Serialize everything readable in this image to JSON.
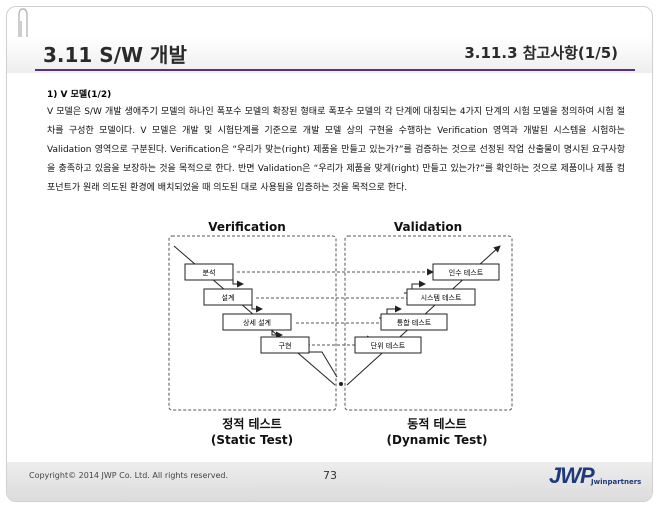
{
  "header": {
    "title": "3.11 S/W 개발",
    "subtitle": "3.11.3 참고사항(1/5)"
  },
  "section": {
    "heading": "1) V 모델(1/2)",
    "paragraph": "V 모델은 S/W 개발 생애주기 모델의 하나인 폭포수 모델의 확장된 형태로 폭포수 모델의 각 단계에 대칭되는 4가지 단계의 시험 모델을 정의하여 시험 절차를 구성한 모델이다. V 모델은 개발 및 시험단계를 기준으로 개발 모델 상의 구현을 수행하는 Verification 영역과 개발된 시스템을 시험하는 Validation 영역으로 구분된다. Verification은 “우리가 맞는(right) 제품을 만들고 있는가?”를 검증하는 것으로 선정된 작업 산출물이 명시된 요구사항을 충족하고 있음을 보장하는 것을 목적으로 한다. 반면 Validation은 “우리가 제품을 맞게(right) 만들고 있는가?”를 확인하는 것으로 제품이나 제품 컴포넌트가 원래 의도된 환경에 배치되었을 때 의도된 대로 사용됨을 입증하는 것을 목적으로 한다."
  },
  "diagram": {
    "verification_label": "Verification",
    "validation_label": "Validation",
    "dev_stages": [
      "분석",
      "설계",
      "상세 설계",
      "구현"
    ],
    "test_stages": [
      "인수 테스트",
      "시스템 테스트",
      "통합 테스트",
      "단위 테스트"
    ],
    "static_test_kr": "정적 테스트",
    "static_test_en": "(Static Test)",
    "dynamic_test_kr": "동적 테스트",
    "dynamic_test_en": "(Dynamic Test)"
  },
  "footer": {
    "copyright": "Copyright© 2014 JWP Co. Ltd. All rights reserved.",
    "page_number": "73",
    "logo_text": "JWP",
    "logo_sub": "Jwinpartners"
  },
  "colors": {
    "accent_line": "#5b2e7e",
    "logo": "#1f3a7a"
  }
}
